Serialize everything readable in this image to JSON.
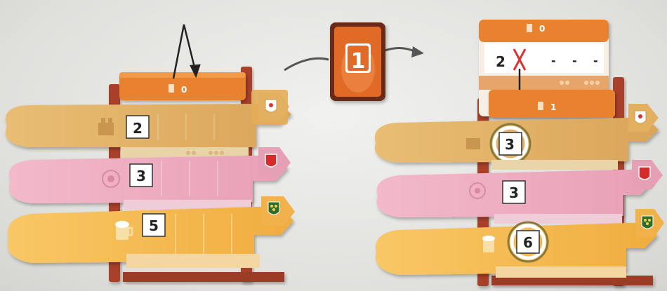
{
  "left": {
    "header_value": "0",
    "tracks": [
      {
        "value": "2",
        "emblem": "white-shield-emblem",
        "color": "#e2ad5e"
      },
      {
        "value": "3",
        "emblem": "red-shield-emblem",
        "color": "#eeaabf"
      },
      {
        "value": "5",
        "emblem": "green-shield-emblem",
        "color": "#f5b54a"
      }
    ]
  },
  "center_card": {
    "value": "1",
    "color": "#e06a28"
  },
  "right": {
    "top_card": {
      "value": "0",
      "row_first": "2",
      "dash1": "-",
      "dash2": "-",
      "dash3": "-"
    },
    "header_value": "1",
    "tracks": [
      {
        "value": "3",
        "emblem": "white-shield-emblem",
        "color": "#e2ad5e",
        "ringed": true
      },
      {
        "value": "3",
        "emblem": "red-shield-emblem",
        "color": "#eeaabf",
        "ringed": false
      },
      {
        "value": "6",
        "emblem": "green-shield-emblem",
        "color": "#f5b54a",
        "ringed": true
      }
    ]
  },
  "colors": {
    "orange": "#e8822e",
    "wood": "#b5452a",
    "ring": "#8a7a3a"
  }
}
